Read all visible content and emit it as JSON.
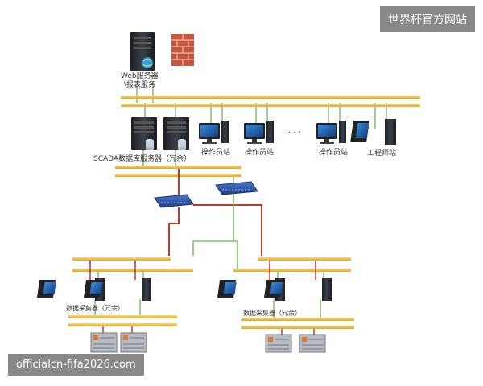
{
  "watermarks": {
    "top_right": "世界杯官方网站",
    "bottom_left": "officialcn-fifa2026.com"
  },
  "labels": {
    "web_server_line1": "Web服务器",
    "web_server_line2": "\\报表服务",
    "scada_servers": "SCADA数据库服务器（冗余）",
    "operator_1": "操作员站",
    "operator_2": "操作员站",
    "ellipsis": "· · ·",
    "operator_3": "操作员站",
    "engineer": "工程师站",
    "collector_left": "数据采集器（冗余）",
    "collector_right": "数据采集器（冗余）"
  },
  "colors": {
    "bus": "#f2c24a",
    "network_red": "#c0392b",
    "network_green": "#7cc36a",
    "server": "#2b2f36",
    "monitor_screen": "#1e63b6",
    "switch": "#2d55a8",
    "firewall": "#c8553d",
    "plc": "#b7bcc3",
    "plc_accent": "#e07a2e"
  },
  "icons": {
    "web_server": "server-tower-icon",
    "firewall": "firewall-brick-icon",
    "scada_server": "database-server-icon",
    "operator_station": "workstation-monitor-icon",
    "engineer_station": "engineer-workstation-icon",
    "switch": "network-switch-icon",
    "collector": "data-collector-workstation-icon",
    "plc": "plc-controller-icon"
  }
}
